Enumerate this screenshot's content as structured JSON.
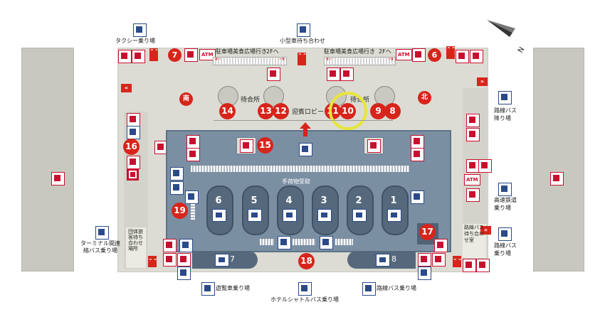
{
  "labels": {
    "taxi": "タクシー乗り場",
    "small_car": "小型車待ち合わせ",
    "parking_left": "駐車場美食広場行き",
    "parking_right": "駐車場美食広場行き",
    "floor_2f_left": "2Fへ",
    "floor_2f_right": "2Fへ",
    "waiting_left": "待合所",
    "waiting_right": "待合所",
    "arrival_lobby": "迎賓ロビー",
    "baggage_claim": "手荷物受取",
    "route_bus_arrive": "路線バス降り場",
    "expressway_bus": "高速鉄道乗り場",
    "route_bus_ride": "路線バス乗り場",
    "group_waiting": "団体旅客待ち合わせ場所",
    "route_bus_waiting": "路線バス待ち合わせ室",
    "terminal_bus": "ターミナル間連絡バス乗り場",
    "sightseeing_bus": "遊覧車乗り場",
    "hotel_shuttle": "ホテルシャトルバス乗り場",
    "route_bus_bottom": "路線バス乗り場",
    "atm_left": "ATM",
    "atm_right": "ATM",
    "atm_east": "ATM"
  },
  "compass": {
    "south": "南",
    "north": "北",
    "n_mark": "N"
  },
  "markers": {
    "m6": "6",
    "m7": "7",
    "m8": "8",
    "m9": "9",
    "m10": "10",
    "m11": "11",
    "m12": "12",
    "m13": "13",
    "m14": "14",
    "m15": "15",
    "m16": "16",
    "m17": "17",
    "m18": "18",
    "m19": "19"
  },
  "carousels": [
    "6",
    "5",
    "4",
    "3",
    "2",
    "1"
  ],
  "gates": {
    "g7": "7",
    "g8": "8"
  },
  "colors": {
    "marker_red": "#d7251b",
    "hall_blue": "#7b8fa3",
    "highlight": "#e8e63a",
    "icon_blue": "#2a4a8a",
    "icon_red": "#c8102e"
  },
  "highlighted_marker": "10"
}
